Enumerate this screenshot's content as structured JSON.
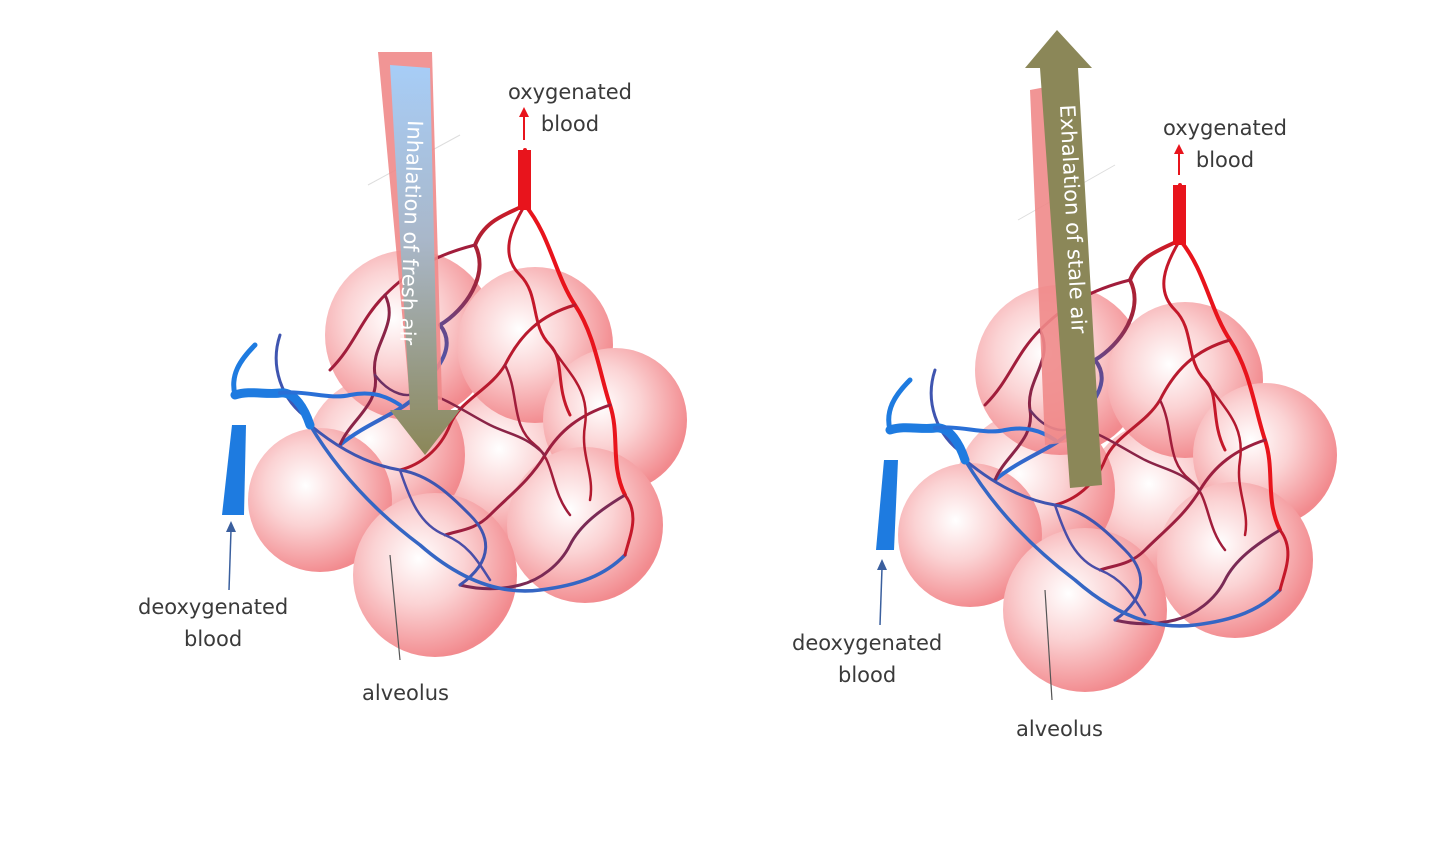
{
  "panels": [
    {
      "airflow_label": "Inhalation of fresh air",
      "oxygenated_label": [
        "oxygenated",
        "blood"
      ],
      "deoxygenated_label": [
        "deoxygenated",
        "blood"
      ],
      "alveolus_label": "alveolus"
    },
    {
      "airflow_label": "Exhalation of stale air",
      "oxygenated_label": [
        "oxygenated",
        "blood"
      ],
      "deoxygenated_label": [
        "deoxygenated",
        "blood"
      ],
      "alveolus_label": "alveolus"
    }
  ],
  "colors": {
    "oxygenated_vessel": "#e8141c",
    "deoxygenated_vessel": "#1e7be0",
    "alveolus_fill": "#f28a8e",
    "inhalation_top": "#a7cdf7",
    "inhalation_bottom": "#8b8758",
    "exhalation_arrow": "#8b8758",
    "arrow_shadow": "#f08a8a",
    "label_text": "#3a3a3a"
  },
  "icons": [
    "up-arrow-icon",
    "down-arrow-icon"
  ]
}
